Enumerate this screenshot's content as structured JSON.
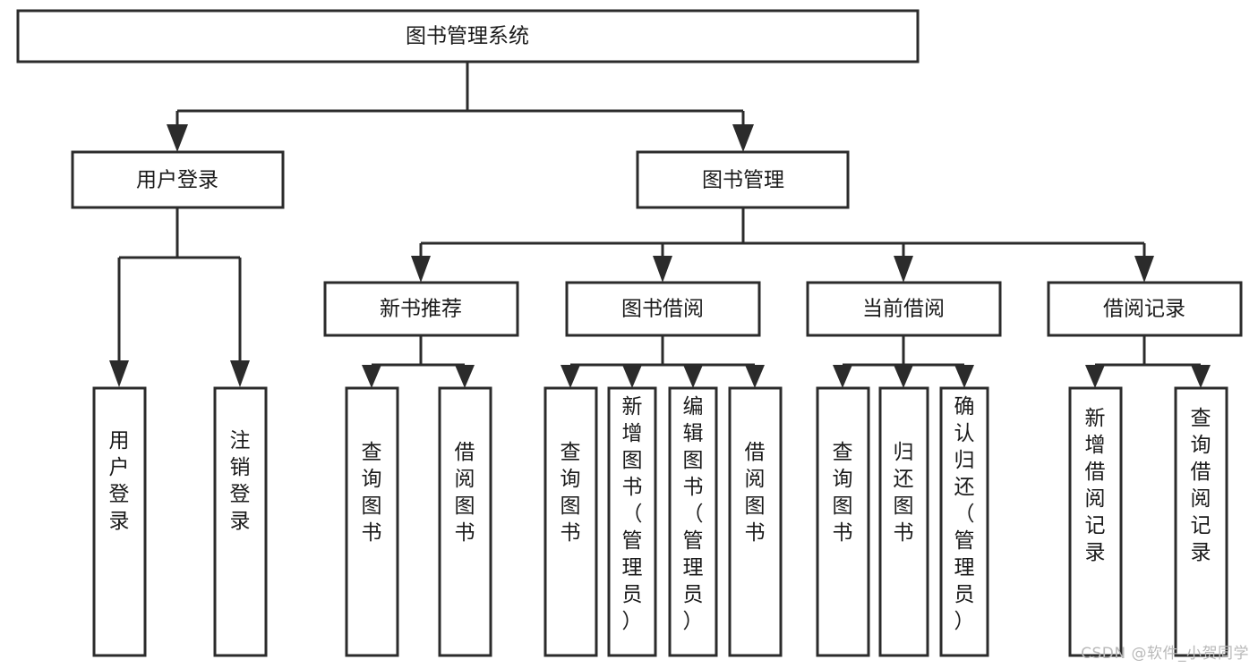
{
  "diagram": {
    "title": "图书管理系统",
    "type": "tree-hierarchy",
    "root": {
      "id": "root",
      "label": "图书管理系统"
    },
    "level2": [
      {
        "id": "user-login",
        "label": "用户登录"
      },
      {
        "id": "book-manage",
        "label": "图书管理"
      }
    ],
    "level3": [
      {
        "id": "new-book-rec",
        "label": "新书推荐",
        "parent": "book-manage"
      },
      {
        "id": "book-borrow",
        "label": "图书借阅",
        "parent": "book-manage"
      },
      {
        "id": "current-borrow",
        "label": "当前借阅",
        "parent": "book-manage"
      },
      {
        "id": "borrow-record",
        "label": "借阅记录",
        "parent": "book-manage"
      }
    ],
    "leaves": [
      {
        "id": "leaf-user-login",
        "label": "用户登录",
        "parent": "user-login"
      },
      {
        "id": "leaf-logout",
        "label": "注销登录",
        "parent": "user-login"
      },
      {
        "id": "leaf-query-book-1",
        "label": "查询图书",
        "parent": "new-book-rec"
      },
      {
        "id": "leaf-borrow-book-1",
        "label": "借阅图书",
        "parent": "new-book-rec"
      },
      {
        "id": "leaf-query-book-2",
        "label": "查询图书",
        "parent": "book-borrow"
      },
      {
        "id": "leaf-add-book",
        "label": "新增图书（管理员）",
        "parent": "book-borrow"
      },
      {
        "id": "leaf-edit-book",
        "label": "编辑图书（管理员）",
        "parent": "book-borrow"
      },
      {
        "id": "leaf-borrow-book-2",
        "label": "借阅图书",
        "parent": "book-borrow"
      },
      {
        "id": "leaf-query-book-3",
        "label": "查询图书",
        "parent": "current-borrow"
      },
      {
        "id": "leaf-return-book",
        "label": "归还图书",
        "parent": "current-borrow"
      },
      {
        "id": "leaf-confirm-return",
        "label": "确认归还（管理员）",
        "parent": "current-borrow"
      },
      {
        "id": "leaf-add-record",
        "label": "新增借阅记录",
        "parent": "borrow-record"
      },
      {
        "id": "leaf-query-record",
        "label": "查询借阅记录",
        "parent": "borrow-record"
      }
    ]
  },
  "watermark": {
    "text": "CSDN @软件_小贺同学"
  },
  "colors": {
    "stroke": "#2b2b2b",
    "fill": "#ffffff",
    "text": "#1a1a1a",
    "watermark": "#b9b9b9"
  }
}
